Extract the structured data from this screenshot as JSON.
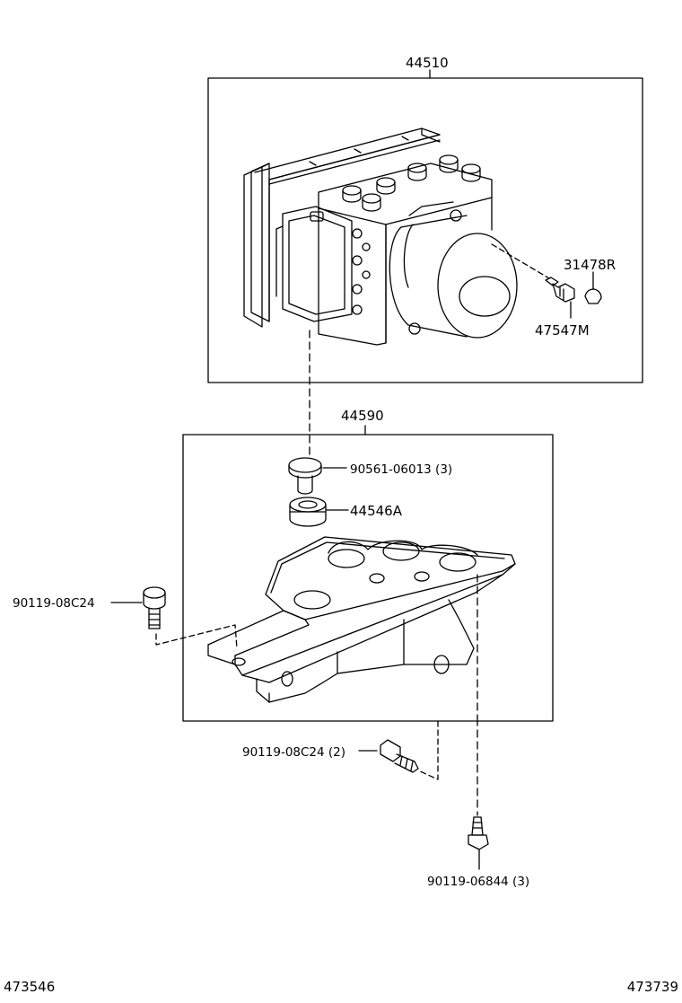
{
  "labels": {
    "assy_top": "44510",
    "assy_bracket": "44590",
    "part_31478r": "31478R",
    "part_47547m": "47547M",
    "part_90561": "90561-06013 (3)",
    "part_44546a": "44546A",
    "part_bolt_left": "90119-08C24",
    "part_bolt_bottom": "90119-08C24 (2)",
    "part_bolt_under": "90119-06844 (3)"
  },
  "footer": {
    "left_code": "473546",
    "right_code": "473739"
  }
}
